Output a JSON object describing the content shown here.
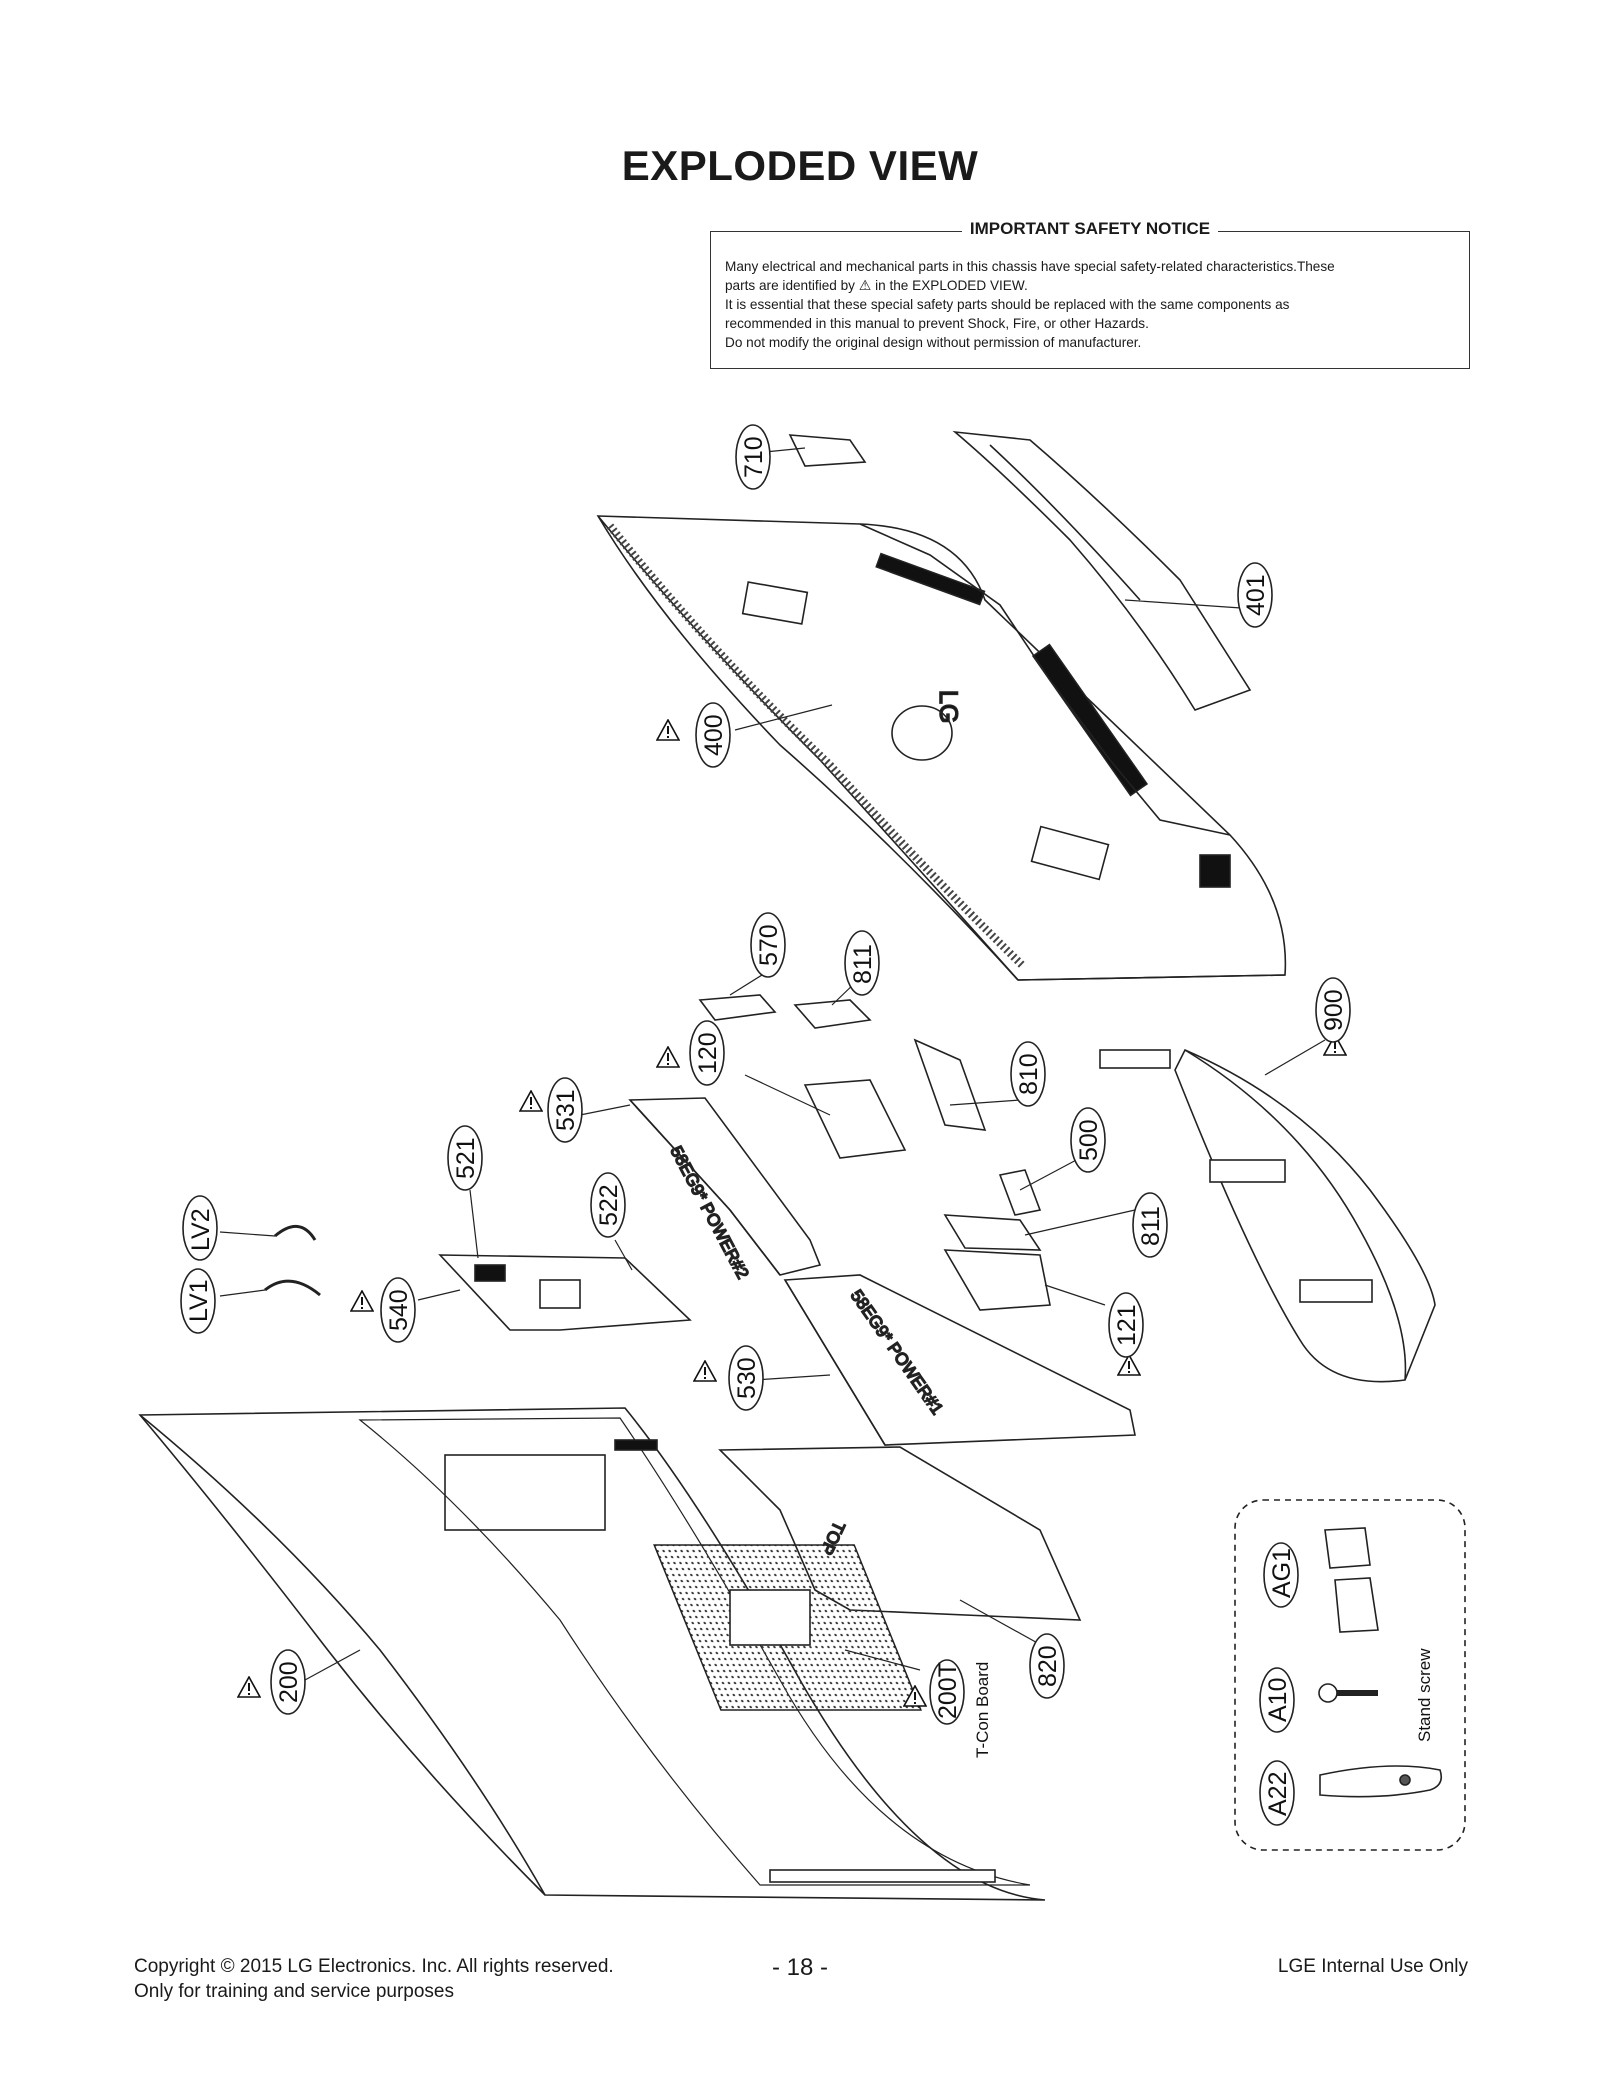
{
  "page": {
    "title": "EXPLODED VIEW",
    "notice": {
      "heading": "IMPORTANT SAFETY NOTICE",
      "line1": "Many electrical and mechanical parts in this chassis have special safety-related characteristics.These",
      "line2a": "parts are identified by",
      "line2b": "in the  EXPLODED VIEW.",
      "line3": "It is essential that these special safety parts should be replaced with the same components as",
      "line4": "recommended in this manual to prevent Shock, Fire, or other Hazards.",
      "line5": "Do not modify the original design without permission of manufacturer."
    },
    "parts": {
      "p710": "710",
      "p401": "401",
      "p400": "400",
      "p570": "570",
      "p811a": "811",
      "p900": "900",
      "p120": "120",
      "p810": "810",
      "p531": "531",
      "p500": "500",
      "p521": "521",
      "p522": "522",
      "p811b": "811",
      "pLV2": "LV2",
      "pLV1": "LV1",
      "p540": "540",
      "p121": "121",
      "p530": "530",
      "p200": "200",
      "p200T": "200T",
      "p820": "820",
      "pAG1": "AG1",
      "pA10": "A10",
      "pA22": "A22"
    },
    "annotations": {
      "tcon": "T-Con Board",
      "stand_screw": "Stand screw",
      "top_mark": "TOP",
      "logo": "LG",
      "power1": "58EG9* POWER#1",
      "power2": "58EG9* POWER#2"
    },
    "footer": {
      "copyright": "Copyright  © 2015 LG Electronics. Inc. All rights reserved.",
      "purpose": "Only for training and service purposes",
      "page_number": "- 18 -",
      "internal": "LGE Internal Use Only"
    }
  }
}
